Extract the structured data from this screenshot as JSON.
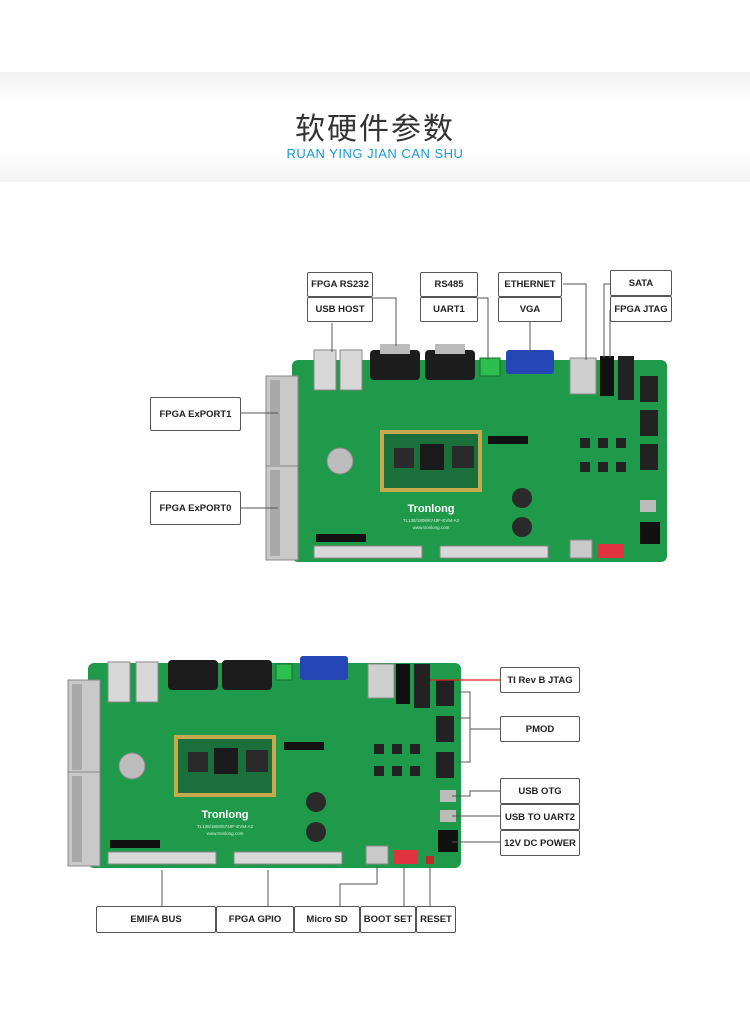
{
  "header": {
    "title_cn": "软硬件参数",
    "title_en": "RUAN YING JIAN CAN SHU"
  },
  "board": {
    "brand": "Tronlong",
    "model": "TL138/1808/6748F-EVM-A2",
    "url": "www.tronlong.com"
  },
  "top_view": {
    "labels": {
      "fpga_rs232": "FPGA RS232",
      "usb_host": "USB HOST",
      "rs485": "RS485",
      "uart1": "UART1",
      "ethernet": "ETHERNET",
      "vga": "VGA",
      "sata": "SATA",
      "fpga_jtag": "FPGA JTAG",
      "fpga_export1": "FPGA ExPORT1",
      "fpga_export0": "FPGA ExPORT0"
    }
  },
  "bottom_view": {
    "labels": {
      "ti_jtag": "TI Rev B JTAG",
      "pmod": "PMOD",
      "usb_otg": "USB OTG",
      "usb_uart2": "USB TO UART2",
      "dc_power": "12V DC POWER",
      "emifa_bus": "EMIFA BUS",
      "fpga_gpio": "FPGA GPIO",
      "micro_sd": "Micro SD",
      "boot_set": "BOOT SET",
      "reset": "RESET"
    }
  },
  "colors": {
    "pcb": "#1f9a4a",
    "pcb_dark": "#157a39",
    "accent_line": "#555555",
    "jtag_line": "#e02020",
    "subtitle": "#1a9ad6"
  }
}
